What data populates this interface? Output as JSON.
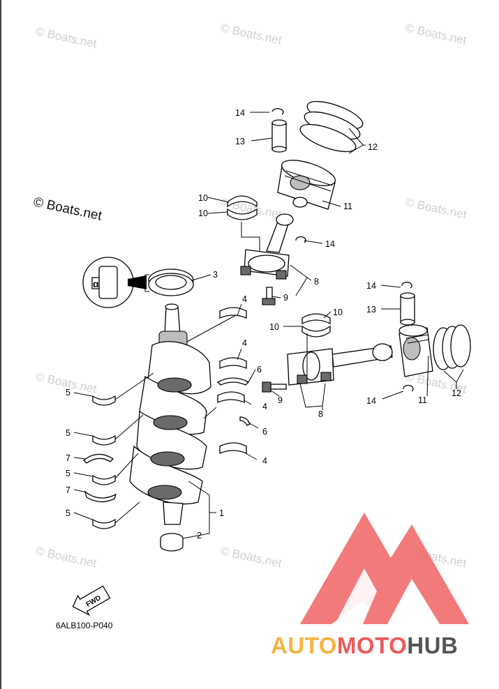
{
  "watermark": {
    "small": "© Boats.net",
    "big": "© Boats.net"
  },
  "diagram_code": "6ALB100-P040",
  "fwd_label": "FWD",
  "brand": {
    "part1": "AUTO",
    "part2": "MOTO",
    "part3": "HUB",
    "color_orange": "#f5b342",
    "color_red": "#ee5a5a",
    "color_gray": "#555555"
  },
  "callouts": {
    "c1": "1",
    "c2": "2",
    "c3": "3",
    "c4a": "4",
    "c4b": "4",
    "c4c": "4",
    "c4d": "4",
    "c5a": "5",
    "c5b": "5",
    "c5c": "5",
    "c5d": "5",
    "c6a": "6",
    "c6b": "6",
    "c7a": "7",
    "c7b": "7",
    "c8a": "8",
    "c8b": "8",
    "c9a": "9",
    "c9b": "9",
    "c10a": "10",
    "c10b": "10",
    "c10c": "10",
    "c10d": "10",
    "c11a": "11",
    "c11b": "11",
    "c12a": "12",
    "c12b": "12",
    "c13a": "13",
    "c13b": "13",
    "c14a": "14",
    "c14b": "14",
    "c14c": "14",
    "c14d": "14"
  }
}
